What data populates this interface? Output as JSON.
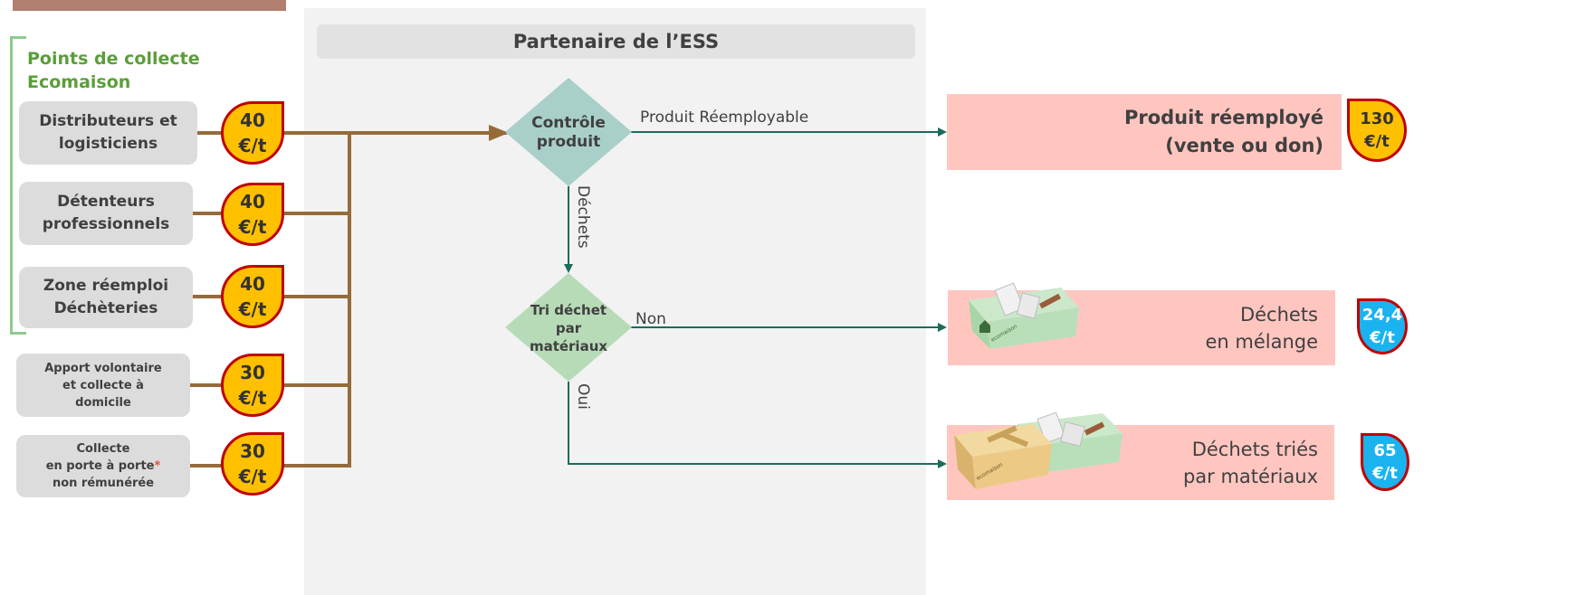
{
  "partner_header": "Partenaire de l’ESS",
  "collection_group": {
    "title_line1": "Points de collecte",
    "title_line2": "Ecomaison"
  },
  "sources": [
    {
      "line1": "Distributeurs et",
      "line2": "logisticiens",
      "price_value": "40",
      "price_unit": "€/t"
    },
    {
      "line1": "Détenteurs",
      "line2": "professionnels",
      "price_value": "40",
      "price_unit": "€/t"
    },
    {
      "line1": "Zone réemploi",
      "line2": "Déchèteries",
      "price_value": "40",
      "price_unit": "€/t"
    },
    {
      "line1": "Apport volontaire",
      "line2": "et collecte à",
      "line3": "domicile",
      "price_value": "30",
      "price_unit": "€/t"
    },
    {
      "line1": "Collecte",
      "line2": "en porte à porte",
      "star": "*",
      "line3": "non rémunérée",
      "price_value": "30",
      "price_unit": "€/t"
    }
  ],
  "decisions": {
    "control": {
      "line1": "Contrôle",
      "line2": "produit"
    },
    "sort": {
      "line1": "Tri déchet",
      "line2": "par",
      "line3": "matériaux"
    }
  },
  "flow_labels": {
    "reusable": "Produit Réemployable",
    "waste": "Déchets",
    "no": "Non",
    "yes": "Oui"
  },
  "outcomes": [
    {
      "line1": "Produit réemployé",
      "line2": "(vente ou don)",
      "price_value": "130",
      "price_unit": "€/t"
    },
    {
      "line1": "Déchets",
      "line2": "en mélange",
      "price_value": "24,4",
      "price_unit": "€/t"
    },
    {
      "line1": "Déchets triés",
      "line2": "par matériaux",
      "price_value": "65",
      "price_unit": "€/t"
    }
  ],
  "container_brand": "ecomaison",
  "colors": {
    "gold_badge": "#ffc000",
    "blue_badge": "#1ab3ef",
    "badge_border": "#c00000",
    "brown_arrow": "#956b3a",
    "teal_arrow": "#1d6b5c",
    "diamond_control": "#a9cfc9",
    "diamond_sort": "#b7dbb7",
    "outcome_box": "#ffc6c0",
    "group_title": "#5a9e3a"
  }
}
